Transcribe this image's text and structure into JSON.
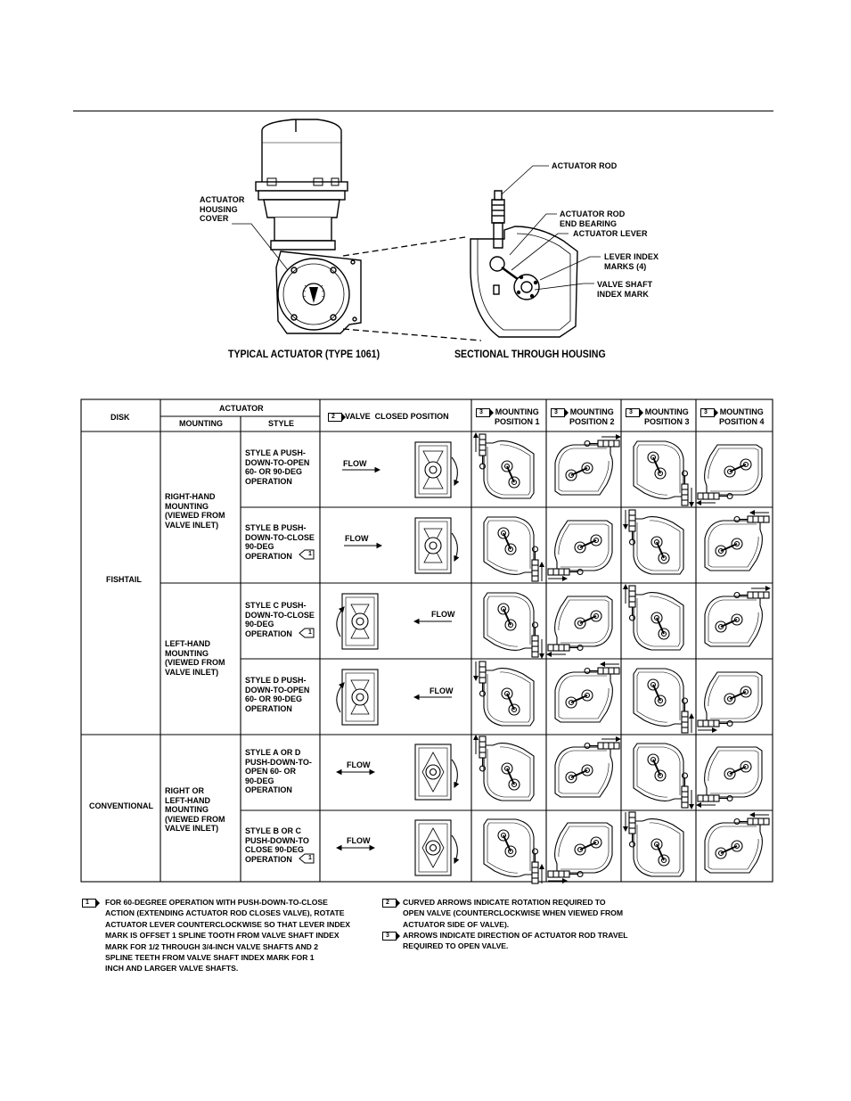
{
  "top_figure": {
    "labels": {
      "actuator_housing_cover": "ACTUATOR\nHOUSING\nCOVER",
      "actuator_rod": "ACTUATOR ROD",
      "actuator_rod_end_bearing": "ACTUATOR ROD\nEND BEARING",
      "actuator_lever": "ACTUATOR LEVER",
      "lever_index_marks": "LEVER INDEX\nMARKS (4)",
      "valve_shaft_index_mark": "VALVE SHAFT\nINDEX MARK"
    },
    "captions": {
      "left": "TYPICAL ACTUATOR (TYPE 1061)",
      "right": "SECTIONAL THROUGH HOUSING"
    }
  },
  "table": {
    "headers": {
      "disk": "DISK",
      "actuator": "ACTUATOR",
      "mounting": "MOUNTING",
      "style": "STYLE",
      "valve_closed_note": "2",
      "valve_closed": "VALVE  CLOSED POSITION",
      "pos_note": "3",
      "pos1": "MOUNTING\nPOSITION 1",
      "pos2": "MOUNTING\nPOSITION 2",
      "pos3": "MOUNTING\nPOSITION 3",
      "pos4": "MOUNTING\nPOSITION 4"
    },
    "disks": {
      "fishtail": "FISHTAIL",
      "conventional": "CONVENTIONAL"
    },
    "mountings": {
      "right_hand": "RIGHT-HAND\nMOUNTING\n(VIEWED FROM\nVALVE INLET)",
      "left_hand": "LEFT-HAND\nMOUNTING\n(VIEWED FROM\nVALVE INLET)",
      "right_or_left": "RIGHT OR\nLEFT-HAND\nMOUNTING\n(VIEWED FROM\nVALVE INLET)"
    },
    "styles": [
      "STYLE A PUSH-\nDOWN-TO-OPEN\n60- OR 90-DEG\nOPERATION",
      "STYLE B PUSH-\nDOWN-TO-CLOSE\n90-DEG\nOPERATION",
      "STYLE C PUSH-\nDOWN-TO-CLOSE\n90-DEG\nOPERATION",
      "STYLE D PUSH-\nDOWN-TO-OPEN\n60- OR 90-DEG\nOPERATION",
      "STYLE A OR D\nPUSH-DOWN-TO-\nOPEN 60- OR\n90-DEG\nOPERATION",
      "STYLE B OR C\nPUSH-DOWN-TO\nCLOSE 90-DEG\nOPERATION"
    ],
    "style_note_number": "1",
    "flow_label": "FLOW"
  },
  "notes": {
    "note1_number": "1",
    "note1": "FOR 60-DEGREE OPERATION WITH PUSH-DOWN-TO-CLOSE\nACTION (EXTENDING ACTUATOR ROD CLOSES VALVE), ROTATE\nACTUATOR LEVER COUNTERCLOCKWISE SO THAT LEVER INDEX\nMARK IS OFFSET 1 SPLINE TOOTH FROM VALVE SHAFT INDEX\nMARK FOR 1/2 THROUGH 3/4-INCH VALVE SHAFTS AND 2\nSPLINE TEETH FROM VALVE SHAFT INDEX MARK FOR 1\nINCH AND LARGER VALVE SHAFTS.",
    "note2_number": "2",
    "note2": "CURVED ARROWS INDICATE ROTATION REQUIRED TO\nOPEN VALVE (COUNTERCLOCKWISE WHEN VIEWED FROM\nACTUATOR SIDE OF VALVE).",
    "note3_number": "3",
    "note3": "ARROWS INDICATE DIRECTION OF ACTUATOR ROD TRAVEL\nREQUIRED TO OPEN VALVE."
  }
}
